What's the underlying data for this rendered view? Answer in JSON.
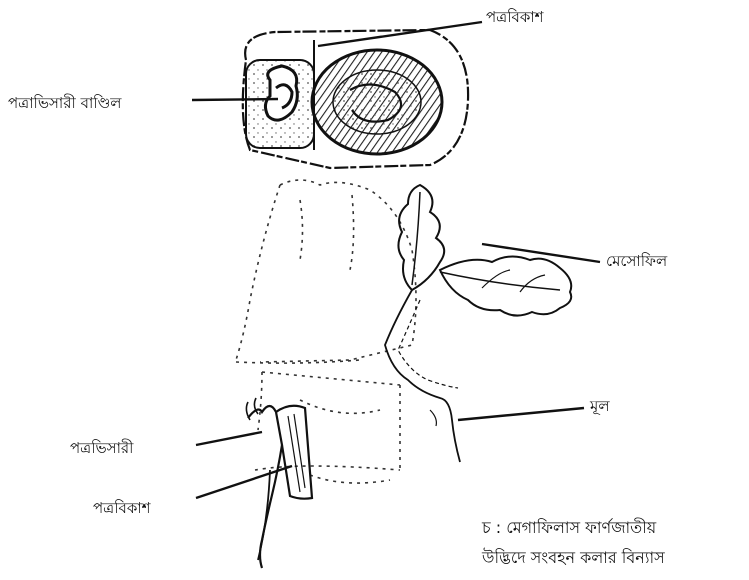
{
  "labels": {
    "top_leaf_gap": "পত্রবিকাশ",
    "leaf_trace_bundle": "পত্রাভিসারী বাণ্ডিল",
    "mesophyll": "মেসোফিল",
    "root": "মূল",
    "leaf_trace": "পত্রভিসারী",
    "bottom_leaf_gap": "পত্রবিকাশ"
  },
  "caption": {
    "line1": "চ : মেগাফিলাস ফার্ণজাতীয়",
    "line2": "উদ্ভিদে সংবহন কলার বিন্যাস"
  },
  "colors": {
    "ink": "#111111",
    "background": "#ffffff"
  }
}
